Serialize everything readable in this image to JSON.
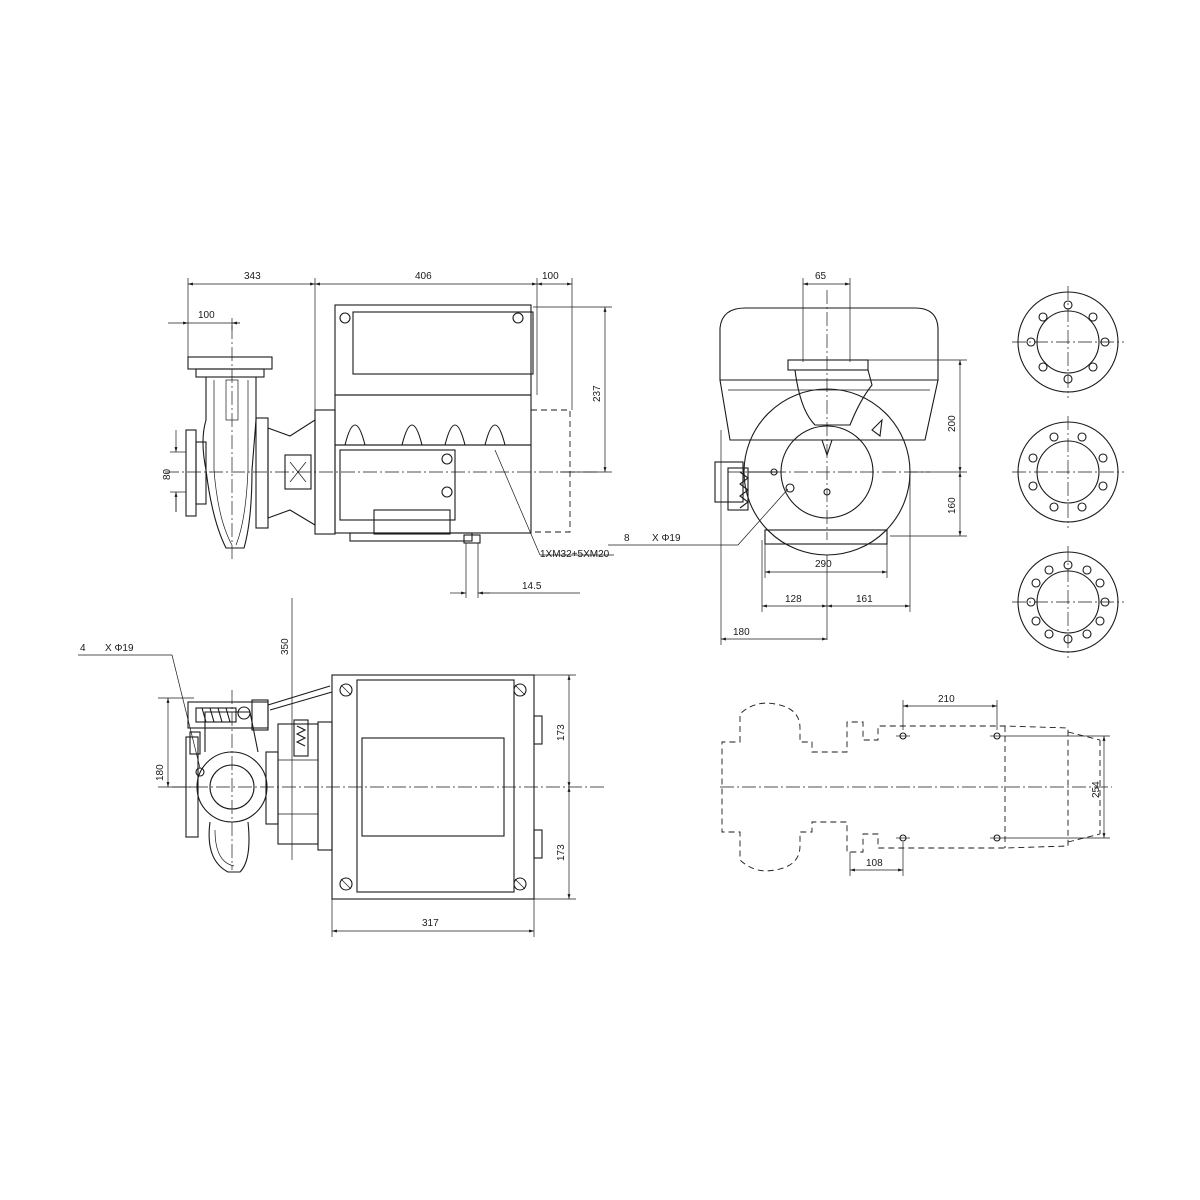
{
  "dims": {
    "d343": "343",
    "d406": "406",
    "d100top": "100",
    "d100flange": "100",
    "d237": "237",
    "d80": "80",
    "d14_5": "14.5",
    "cable": "1XM32+5XM20",
    "d65": "65",
    "d200": "200",
    "d160": "160",
    "holes8_count": "8",
    "holes8_spec": "X Φ19",
    "d290": "290",
    "d128": "128",
    "d161": "161",
    "d180end": "180",
    "holes4_count": "4",
    "holes4_spec": "X Φ19",
    "d350": "350",
    "d180top": "180",
    "d173a": "173",
    "d173b": "173",
    "d317": "317",
    "d210": "210",
    "d254": "254",
    "d108": "108"
  }
}
